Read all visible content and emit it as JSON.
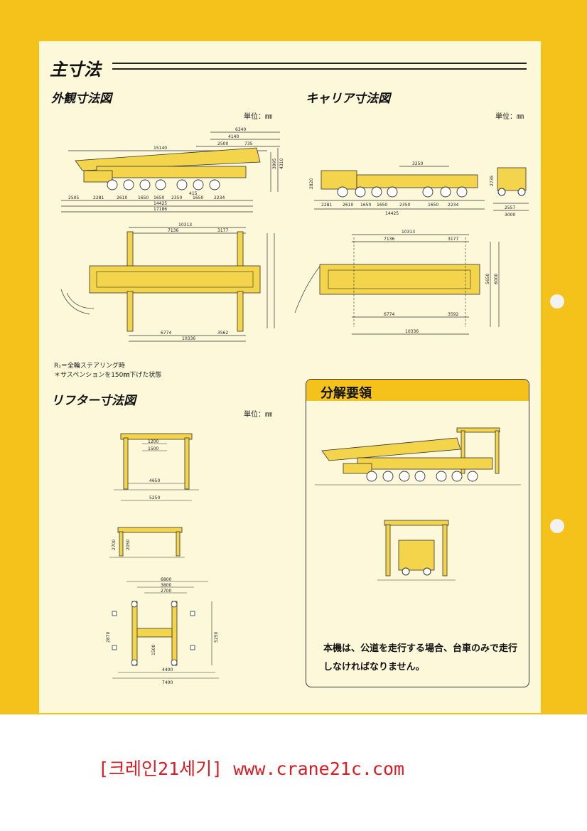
{
  "heading": {
    "main": "主寸法"
  },
  "section1": {
    "title": "外観寸法図",
    "unit": "単位：㎜"
  },
  "section2": {
    "title": "キャリア寸法図",
    "unit": "単位：㎜"
  },
  "section3": {
    "title": "リフター寸法図",
    "unit": "単位：㎜"
  },
  "notes": {
    "line1": "R₁＝全輪ステアリング時",
    "line2": "＊サスペンションを150㎜下げた状態"
  },
  "box": {
    "title": "分解要領",
    "text": "本機は、公道を走行する場合、台車のみで走行しなければなりません。"
  },
  "dims1": [
    "6340",
    "4140",
    "2500",
    "735",
    "15140",
    "2505",
    "2281",
    "2610",
    "1650",
    "1650",
    "2350",
    "1650",
    "2234",
    "14425",
    "17186",
    "4310",
    "3995",
    "415",
    "10313",
    "7136",
    "3177",
    "6774",
    "3562",
    "10336"
  ],
  "dims2": [
    "3250",
    "2281",
    "2610",
    "1650",
    "1650",
    "2350",
    "1650",
    "2234",
    "14425",
    "2557",
    "3000",
    "2735",
    "2820",
    "10313",
    "7136",
    "3177",
    "6774",
    "3592",
    "10336",
    "5650",
    "6000"
  ],
  "dims3": [
    "1200",
    "1500",
    "4650",
    "5250",
    "2700",
    "2050",
    "6800",
    "3800",
    "2700",
    "2870",
    "5250",
    "4400",
    "7400",
    "1500"
  ],
  "footer": {
    "text": "[크레인21세기] www.crane21c.com"
  }
}
